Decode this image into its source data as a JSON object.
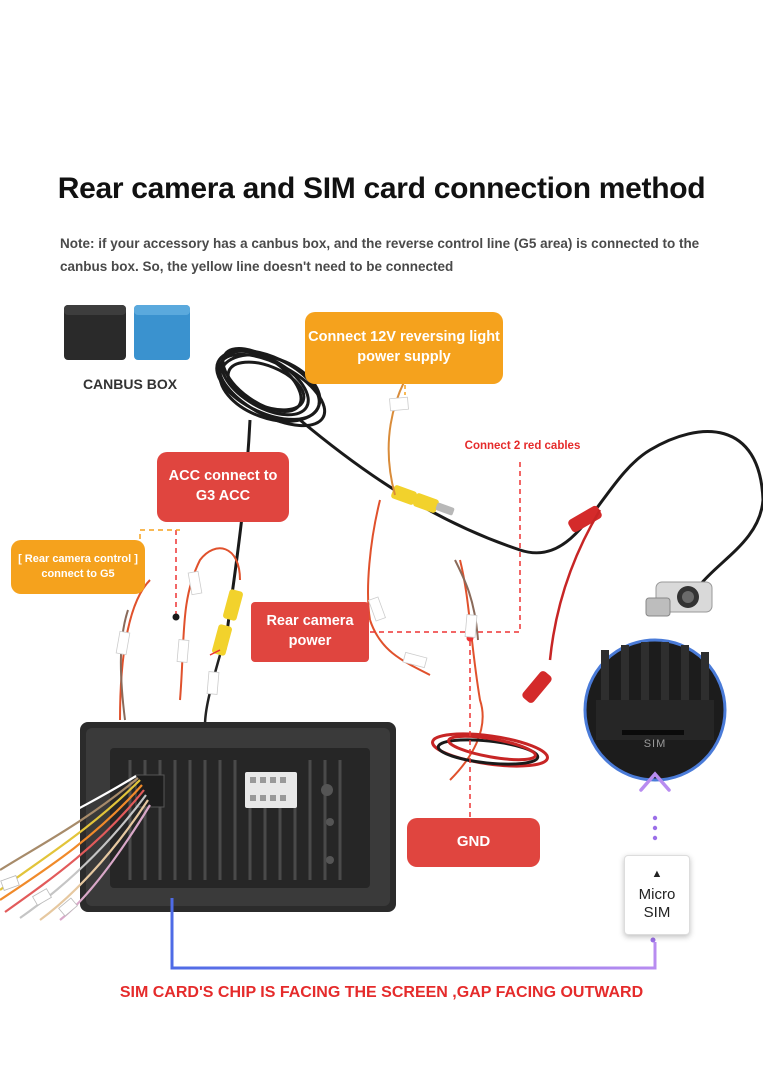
{
  "header": {
    "title": "Rear camera and SIM card connection method",
    "note": "Note: if your accessory has a canbus box, and the reverse control line (G5 area) is connected to the canbus box. So, the yellow line doesn't need to be connected"
  },
  "canbus": {
    "label": "CANBUS BOX"
  },
  "callouts": {
    "reversing_power": "Connect 12V reversing light power supply",
    "acc": "ACC connect to G3 ACC",
    "rear_control": "[ Rear camera control ] connect to G5",
    "rear_power": "Rear camera power",
    "gnd": "GND",
    "red_cables": "Connect 2 red cables"
  },
  "sim": {
    "card_label_1": "Micro",
    "card_label_2": "SIM",
    "slot_label": "SIM"
  },
  "footer": {
    "instruction": "SIM CARD'S CHIP IS FACING THE SCREEN ,GAP FACING OUTWARD"
  },
  "colors": {
    "orange": "#f5a21d",
    "red": "#e0453f",
    "text_red": "#e52b2b",
    "accent_purple": "#9b6fe8",
    "accent_blue": "#4e6be6"
  }
}
